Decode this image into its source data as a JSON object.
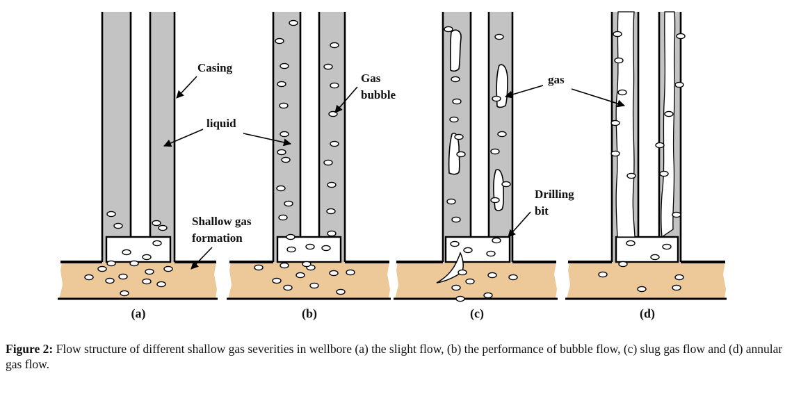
{
  "colors": {
    "liquid": "#c3c3c3",
    "formation": "#edc99a",
    "line": "#000000",
    "bubble": "#ffffff"
  },
  "labels": {
    "casing": "Casing",
    "liquid": "liquid",
    "gas_bubble_1": "Gas",
    "gas_bubble_2": "bubble",
    "shallow_gas_1": "Shallow gas",
    "shallow_gas_2": "formation",
    "gas": "gas",
    "drilling_bit_1": "Drilling",
    "drilling_bit_2": "bit"
  },
  "panels": [
    {
      "id": "a",
      "label": "(a)",
      "flow_regime": "slight flow"
    },
    {
      "id": "b",
      "label": "(b)",
      "flow_regime": "bubble flow"
    },
    {
      "id": "c",
      "label": "(c)",
      "flow_regime": "slug gas flow"
    },
    {
      "id": "d",
      "label": "(d)",
      "flow_regime": "annular gas flow"
    }
  ],
  "caption": {
    "figure_number": "Figure 2:",
    "text": " Flow structure of different shallow gas severities in wellbore (a) the slight flow, (b) the performance of bubble flow, (c) slug gas flow and (d) annular gas flow."
  }
}
